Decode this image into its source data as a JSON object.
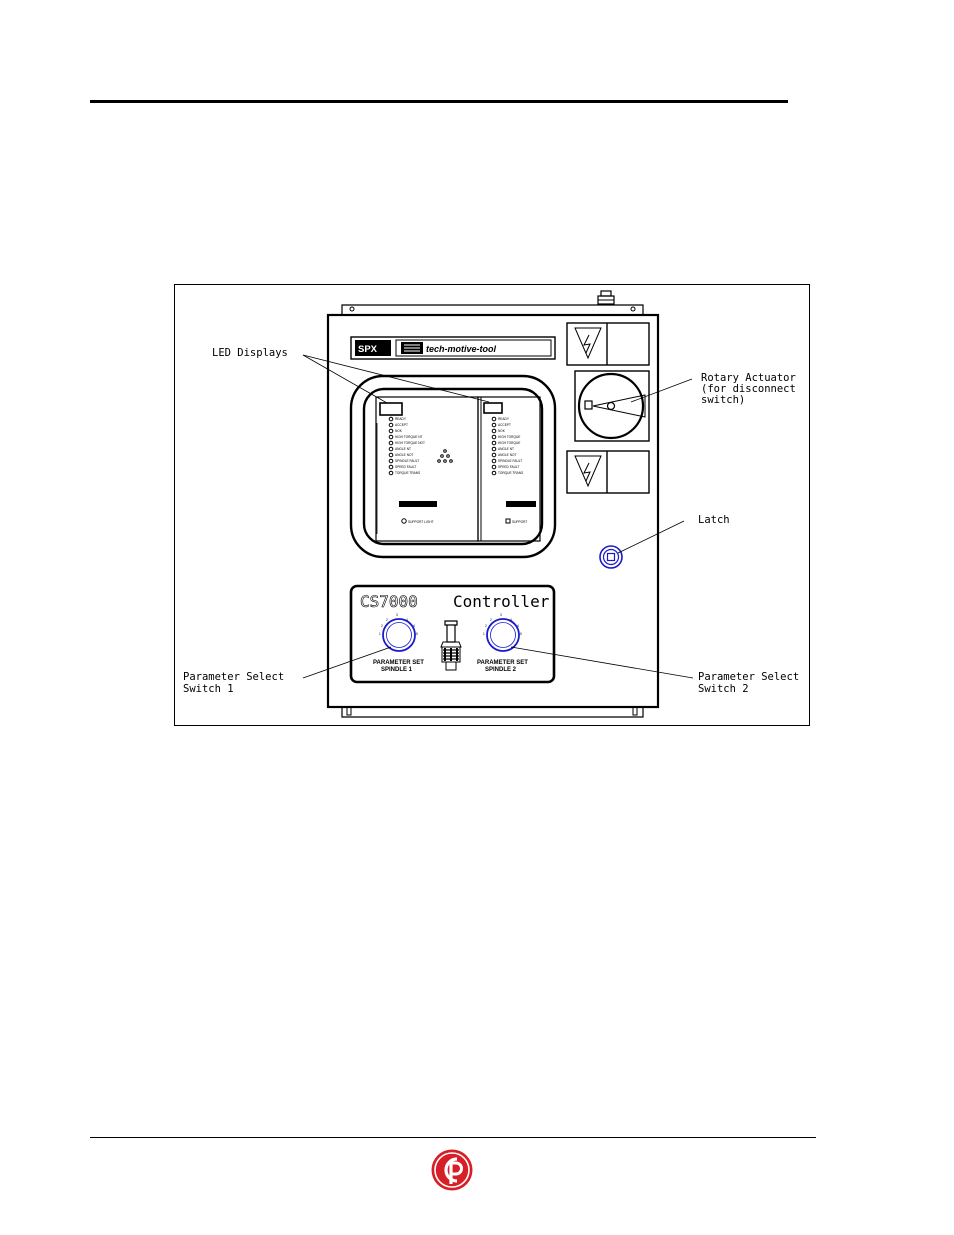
{
  "callouts": {
    "led_displays": "LED Displays",
    "rotary_actuator": [
      "Rotary Actuator",
      "(for disconnect",
      "switch)"
    ],
    "latch": "Latch",
    "param_switch_1": [
      "Parameter Select",
      "Switch 1"
    ],
    "param_switch_2": [
      "Parameter Select",
      "Switch 2"
    ]
  },
  "panel": {
    "brand_left": "SPX",
    "brand_right": "tech-motive-tool",
    "title_model": "CS7000",
    "title_word": "Controller",
    "knob_1_caption": [
      "PARAMETER SET",
      "SPINDLE 1"
    ],
    "knob_2_caption": [
      "PARAMETER SET",
      "SPINDLE 2"
    ],
    "status_labels_1": [
      "READY",
      "ACCEPT",
      "NOK",
      "HIGH TORQUE NT",
      "HIGH TORQUE NOT",
      "ANGLE NT",
      "ANGLE NOT",
      "SPINDLE FAULT",
      "SPEED FAULT",
      "TORQUE TRANS"
    ],
    "status_labels_2": [
      "READY",
      "ACCEPT",
      "NOK",
      "HIGH TORQUE",
      "HIGH TORQUE",
      "ANGLE NT",
      "ANGLE NOT",
      "SPINDLE FAULT",
      "SPEED FAULT",
      "TORQUE TRANS"
    ],
    "bottom_label_1": "SUPPORT LIGHT",
    "bottom_label_2": "SUPPORT"
  },
  "colors": {
    "knob_ring": "#1a1acc",
    "logo_red": "#d61f26"
  },
  "icons": {
    "hazard": "electrical-hazard-icon",
    "footer": "cp-logo-icon"
  }
}
